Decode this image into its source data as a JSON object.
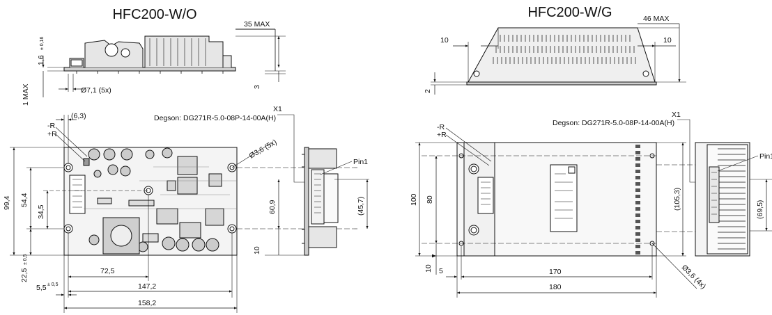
{
  "titles": {
    "left": "HFC200-W/O",
    "right": "HFC200-W/G"
  },
  "left": {
    "top_view": {
      "dim_35max": "35 MAX",
      "dim_16": "1,6",
      "dim_16_tol": "± 0,16",
      "dim_1max": "1 MAX",
      "dim_3": "3",
      "dim_hole": "Ø7,1 (5x)"
    },
    "front": {
      "dim_63": "(6,3)",
      "minus_r": "-R",
      "plus_r": "+R",
      "x1": "X1",
      "connector": "Degson: DG271R-5.0-08P-14-00A(H)",
      "dim_36_5x": "Ø3,6 (5x)",
      "dim_994": "99,4",
      "dim_544": "54,4",
      "dim_345": "34,5",
      "dim_225": "22,5",
      "dim_225_tol": "± 0,5",
      "dim_55": "5,5",
      "dim_55_tol": "± 0,5",
      "dim_725": "72,5",
      "dim_1472": "147,2",
      "dim_1582": "158,2"
    },
    "side": {
      "pin1": "Pin1",
      "dim_609": "60,9",
      "dim_457": "(45,7)",
      "dim_10": "10"
    }
  },
  "right": {
    "top_view": {
      "dim_46max": "46 MAX",
      "dim_10a": "10",
      "dim_10b": "10",
      "dim_2": "2"
    },
    "front": {
      "minus_r": "-R",
      "plus_r": "+R",
      "x1": "X1",
      "connector": "Degson: DG271R-5.0-08P-14-00A(H)",
      "dim_100": "100",
      "dim_80": "80",
      "dim_1053": "(105,3)",
      "dim_10": "10",
      "dim_5": "5",
      "dim_170": "170",
      "dim_180": "180",
      "dim_36_4x": "Ø3,6 (4x)"
    },
    "side": {
      "pin1": "Pin1",
      "dim_695": "(69,5)"
    }
  }
}
